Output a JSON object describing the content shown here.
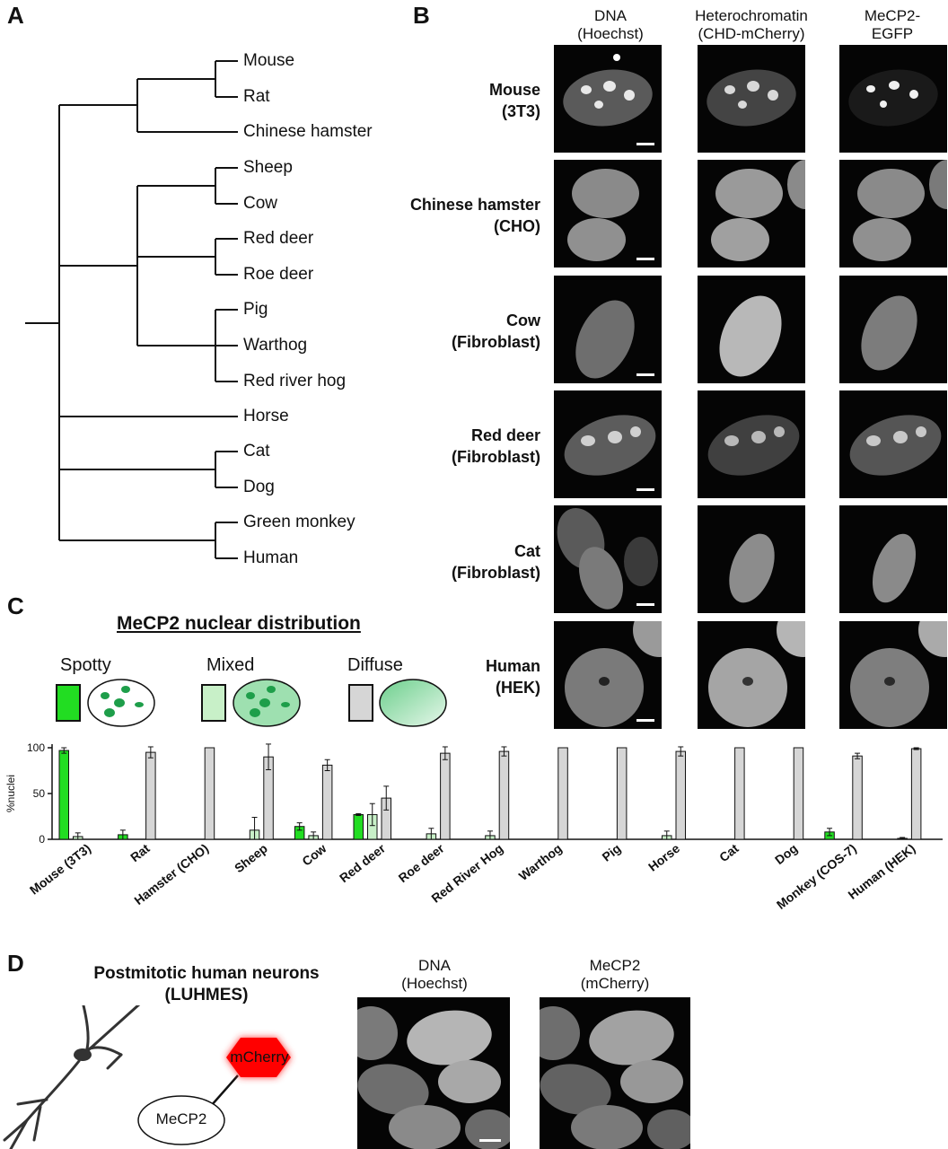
{
  "panels": {
    "a": "A",
    "b": "B",
    "c": "C",
    "d": "D"
  },
  "tree": {
    "leaves": [
      "Mouse",
      "Rat",
      "Chinese hamster",
      "Sheep",
      "Cow",
      "Red deer",
      "Roe deer",
      "Pig",
      "Warthog",
      "Red river hog",
      "Horse",
      "Cat",
      "Dog",
      "Green monkey",
      "Human"
    ]
  },
  "panel_b": {
    "columns": [
      "DNA\n(Hoechst)",
      "Heterochromatin\n(CHD-mCherry)",
      "MeCP2-\nEGFP"
    ],
    "rows": [
      {
        "name": "Mouse",
        "sub": "(3T3)"
      },
      {
        "name": "Chinese hamster",
        "sub": "(CHO)"
      },
      {
        "name": "Cow",
        "sub": "(Fibroblast)"
      },
      {
        "name": "Red deer",
        "sub": "(Fibroblast)"
      },
      {
        "name": "Cat",
        "sub": "(Fibroblast)"
      },
      {
        "name": "Human",
        "sub": "(HEK)"
      }
    ]
  },
  "panel_c": {
    "title": "MeCP2 nuclear distribution",
    "legend": [
      "Spotty",
      "Mixed",
      "Diffuse"
    ],
    "colors": {
      "spotty": "#22dd22",
      "mixed": "#c8f0c8",
      "diffuse": "#d6d6d6",
      "cell_fill": "#7fd69a",
      "spot": "#1e9e4a"
    }
  },
  "chart_data": {
    "type": "bar",
    "ylabel": "%nuclei",
    "ylim": [
      0,
      100
    ],
    "yticks": [
      "0",
      "50",
      "100"
    ],
    "categories": [
      "Mouse (3T3)",
      "Rat",
      "Hamster (CHO)",
      "Sheep",
      "Cow",
      "Red deer",
      "Roe deer",
      "Red River Hog",
      "Warthog",
      "Pig",
      "Horse",
      "Cat",
      "Dog",
      "Monkey (COS-7)",
      "Human (HEK)"
    ],
    "series": [
      {
        "key": "spotty",
        "color": "#22dd22",
        "values": [
          97,
          5,
          0,
          0,
          14,
          27,
          0,
          0,
          0,
          0,
          0,
          0,
          0,
          8,
          0
        ],
        "errors": [
          3,
          5,
          0,
          0,
          4,
          1,
          0,
          0,
          0,
          0,
          0,
          0,
          0,
          4,
          0
        ]
      },
      {
        "key": "mixed",
        "color": "#c8f0c8",
        "values": [
          3,
          0,
          0,
          10,
          4,
          27,
          6,
          4,
          0,
          0,
          4,
          0,
          0,
          0,
          1
        ],
        "errors": [
          4,
          0,
          0,
          14,
          4,
          12,
          6,
          5,
          0,
          0,
          5,
          0,
          0,
          0,
          1
        ]
      },
      {
        "key": "diffuse",
        "color": "#d6d6d6",
        "values": [
          0,
          95,
          100,
          90,
          81,
          45,
          94,
          96,
          100,
          100,
          96,
          100,
          100,
          91,
          99
        ],
        "errors": [
          0,
          6,
          0,
          14,
          6,
          13,
          7,
          5,
          0,
          0,
          5,
          0,
          0,
          3,
          1
        ]
      }
    ]
  },
  "panel_d": {
    "title": "Postmitotic human neurons",
    "subtitle": "(LUHMES)",
    "protein": "MeCP2",
    "tag": "mCherry",
    "columns": [
      "DNA\n(Hoechst)",
      "MeCP2\n(mCherry)"
    ]
  }
}
